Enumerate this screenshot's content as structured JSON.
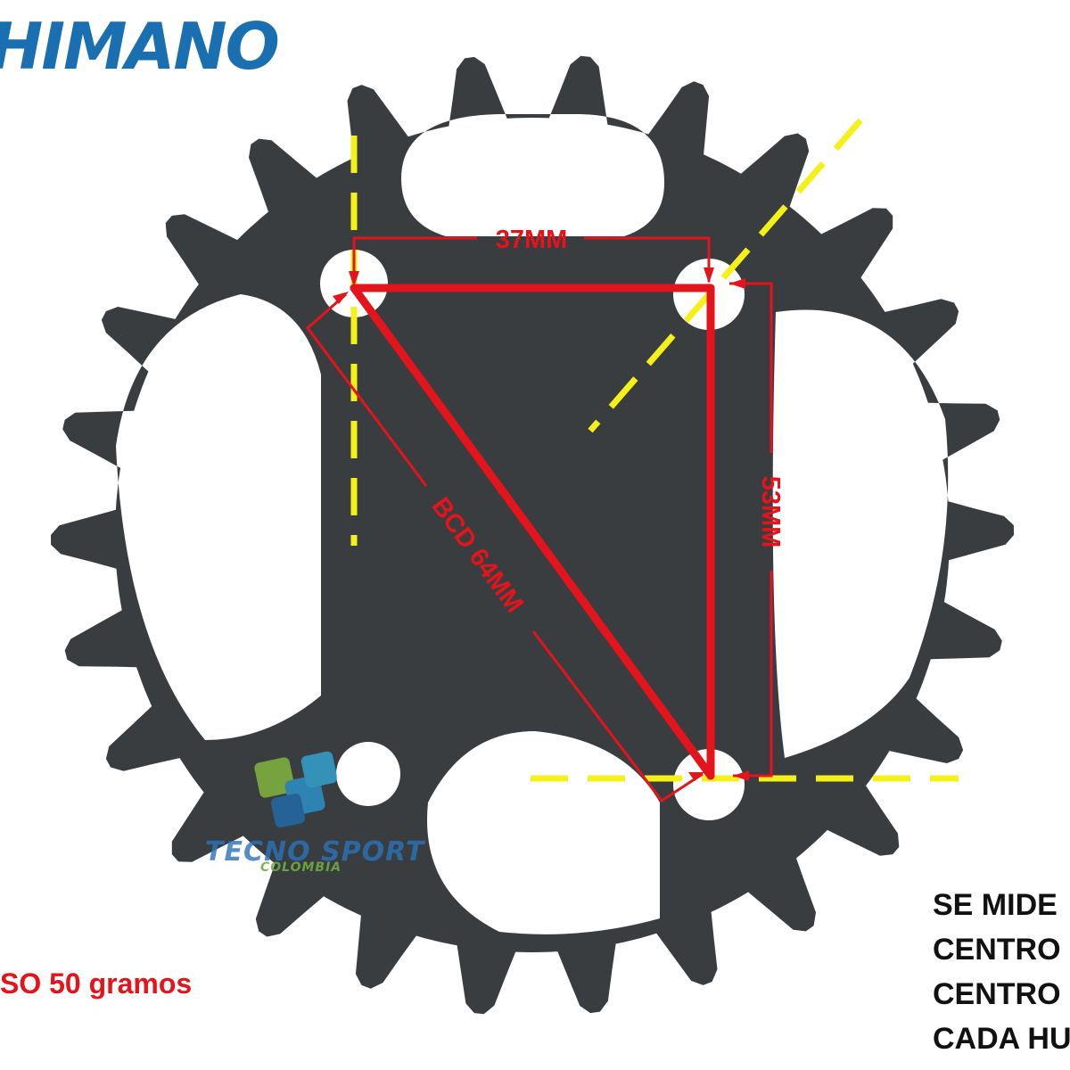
{
  "brand": {
    "logo_text": "HIMANO"
  },
  "watermark": {
    "line1": "TECNO SPORT",
    "line2": "COLOMBIA"
  },
  "dimensions": {
    "horizontal_label": "37MM",
    "vertical_label": "53MM",
    "diagonal_label": "BCD 64MM"
  },
  "weight_text": "SO 50 gramos",
  "note_lines": [
    "SE MIDE",
    "CENTRO",
    "CENTRO",
    "CADA HU"
  ],
  "colors": {
    "chainring": "#3a3d40",
    "dimension_lines": "#e3141b",
    "guide_lines": "#f5f018",
    "brand": "#1a6fb0",
    "watermark_blue": "#2b73b8",
    "watermark_green": "#6cae3c"
  }
}
